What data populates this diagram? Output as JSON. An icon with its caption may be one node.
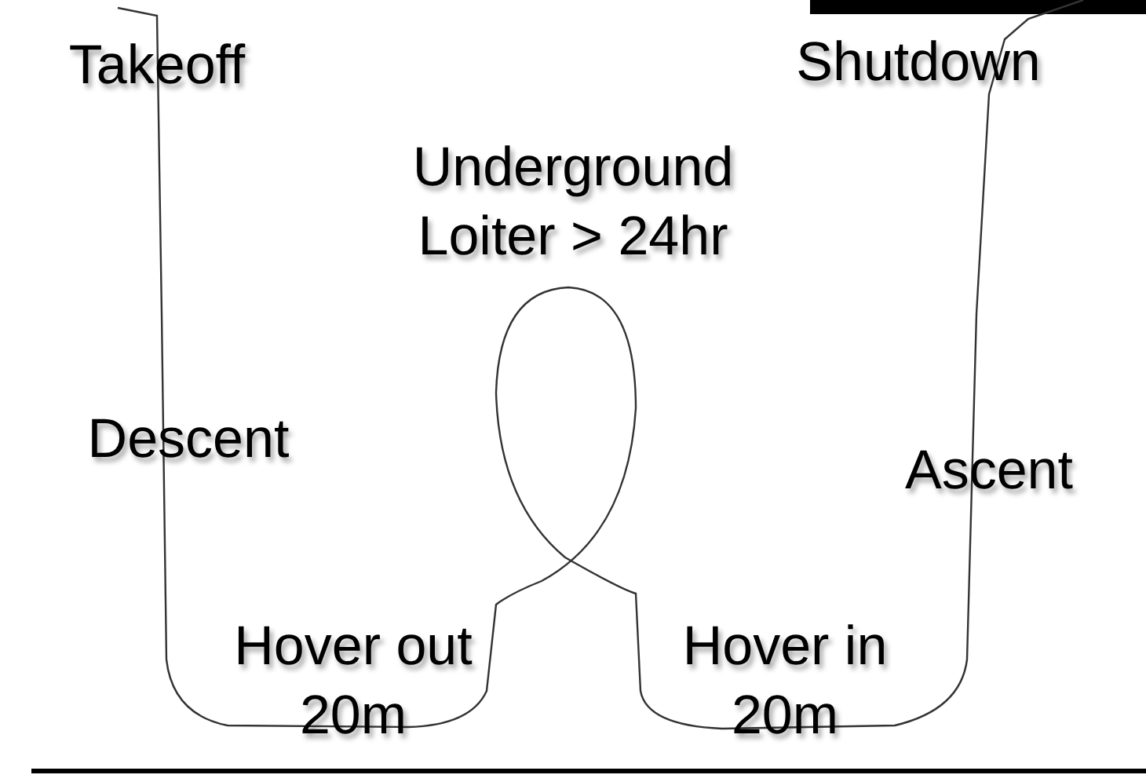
{
  "diagram": {
    "labels": [
      "Takeoff",
      "Shutdown",
      "Underground Loiter > 24hr",
      "Descent",
      "Ascent",
      "Hover out 20m",
      "Hover in 20m"
    ]
  }
}
